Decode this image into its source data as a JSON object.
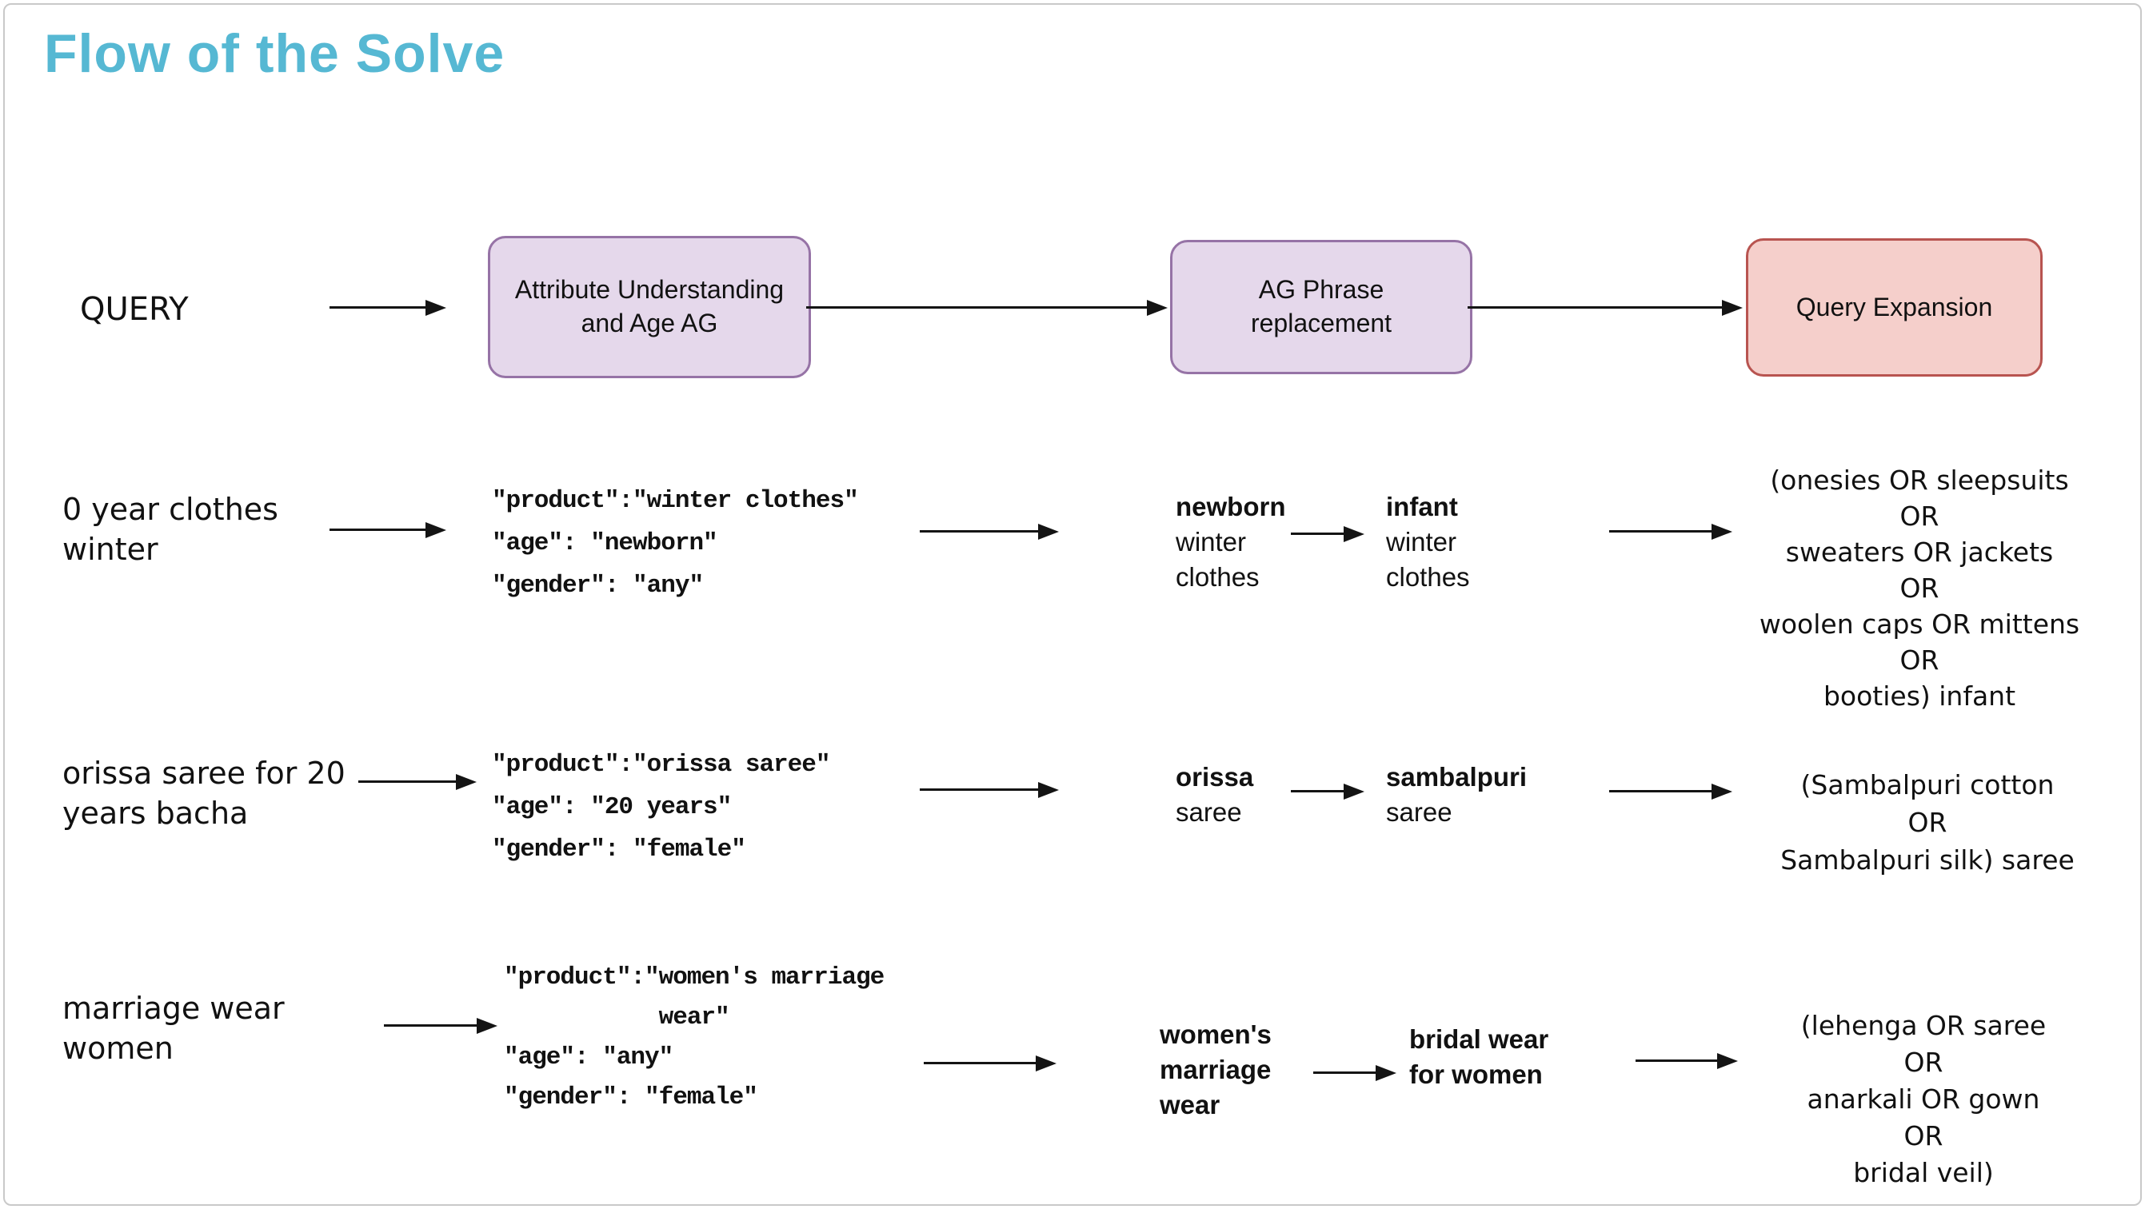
{
  "title": "Flow of the Solve",
  "colors": {
    "title_teal": "#56b8d3",
    "stage_purple_fill": "#e5d8eb",
    "stage_purple_border": "#9673a6",
    "stage_red_fill": "#f5cfcb",
    "stage_red_border": "#b85450",
    "arrow_black": "#141414"
  },
  "pipeline": {
    "query_label": "QUERY",
    "stages": [
      {
        "label": "Attribute Understanding and Age AG",
        "style": "purple"
      },
      {
        "label": "AG Phrase replacement",
        "style": "purple"
      },
      {
        "label": "Query Expansion",
        "style": "red"
      }
    ]
  },
  "examples": [
    {
      "query_lines": [
        "0 year clothes",
        "winter"
      ],
      "attributes": [
        "\"product\":\"winter clothes\"",
        "\"age\": \"newborn\"",
        "\"gender\": \"any\""
      ],
      "phrase_before": [
        "newborn",
        "winter",
        "clothes"
      ],
      "phrase_after": [
        "infant",
        "winter",
        "clothes"
      ],
      "expansion_lines": [
        "(onesies OR sleepsuits",
        "OR",
        "sweaters OR jackets",
        "OR",
        "woolen caps OR mittens",
        "OR",
        "booties) infant"
      ]
    },
    {
      "query_lines": [
        "orissa saree for 20",
        "years bacha"
      ],
      "attributes": [
        "\"product\":\"orissa saree\"",
        "\"age\": \"20 years\"",
        "\"gender\": \"female\""
      ],
      "phrase_before": [
        "orissa",
        "saree"
      ],
      "phrase_after": [
        "sambalpuri",
        "saree"
      ],
      "expansion_lines": [
        "(Sambalpuri cotton",
        "OR",
        "Sambalpuri silk) saree"
      ]
    },
    {
      "query_lines": [
        "marriage wear",
        "women"
      ],
      "attributes": [
        "\"product\":\"women's marriage",
        "wear\"",
        "\"age\": \"any\"",
        "\"gender\": \"female\""
      ],
      "phrase_before": [
        "women's",
        "marriage",
        "wear"
      ],
      "phrase_after": [
        "bridal wear",
        "for women"
      ],
      "expansion_lines": [
        "(lehenga OR saree",
        "OR",
        "anarkali OR gown",
        "OR",
        "bridal veil)"
      ]
    }
  ]
}
